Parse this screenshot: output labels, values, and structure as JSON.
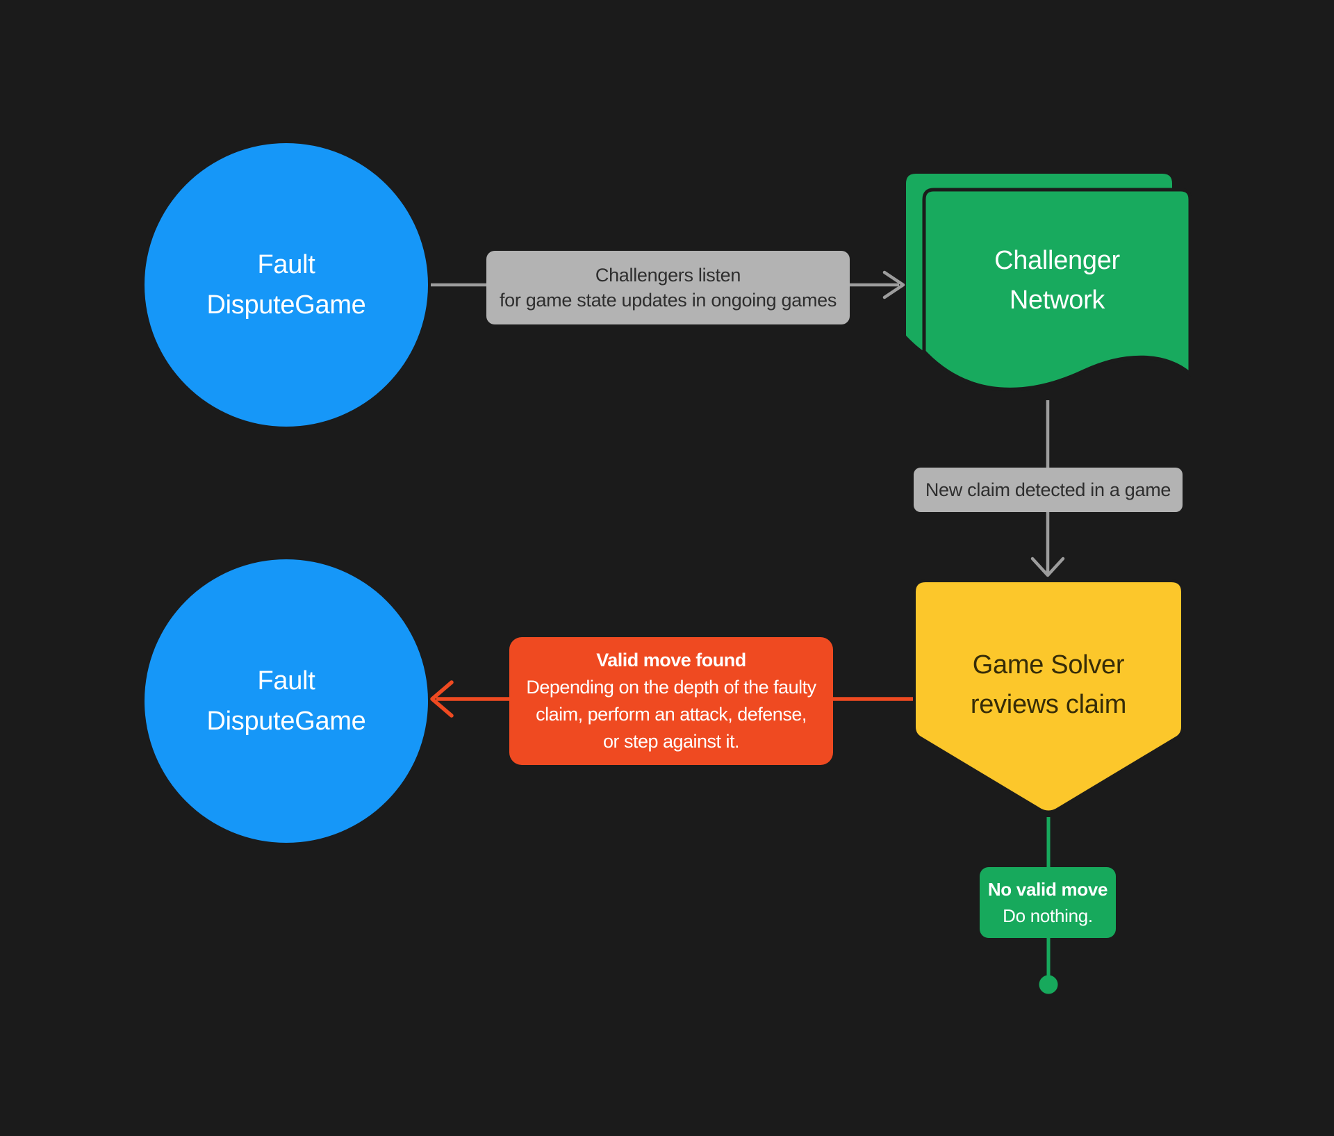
{
  "canvas": {
    "background_color": "#1b1b1b"
  },
  "colors": {
    "blue_node": "#1697f8",
    "green_shape": "#18aa5e",
    "green_box": "#17a95c",
    "yellow_shape": "#fcc72b",
    "red_box": "#ef4a21",
    "gray_label_bg": "#b3b3b3",
    "gray_label_text": "#2e2e2e",
    "arrow_gray": "#9d9d9d",
    "white_text": "#ffffff",
    "yellow_shape_text": "#362c08"
  },
  "nodes": {
    "fault_dispute_game_top": {
      "shape": "circle",
      "lines": [
        "Fault",
        "DisputeGame"
      ]
    },
    "challenger_network": {
      "shape": "stacked-documents",
      "lines": [
        "Challenger",
        "Network"
      ]
    },
    "game_solver": {
      "shape": "pentagon-down",
      "lines": [
        "Game Solver",
        "reviews claim"
      ]
    },
    "fault_dispute_game_bottom": {
      "shape": "circle",
      "lines": [
        "Fault",
        "DisputeGame"
      ]
    }
  },
  "edge_labels": {
    "challengers_listen": {
      "lines": [
        "Challengers listen",
        "for game state updates in ongoing games"
      ]
    },
    "new_claim_detected": {
      "text": "New claim detected in a game"
    },
    "valid_move_found": {
      "title": "Valid move found",
      "lines": [
        "Depending on the depth of the faulty",
        "claim, perform an attack, defense,",
        "or step against it."
      ]
    },
    "no_valid_move": {
      "title": "No valid move",
      "body": "Do nothing."
    }
  }
}
